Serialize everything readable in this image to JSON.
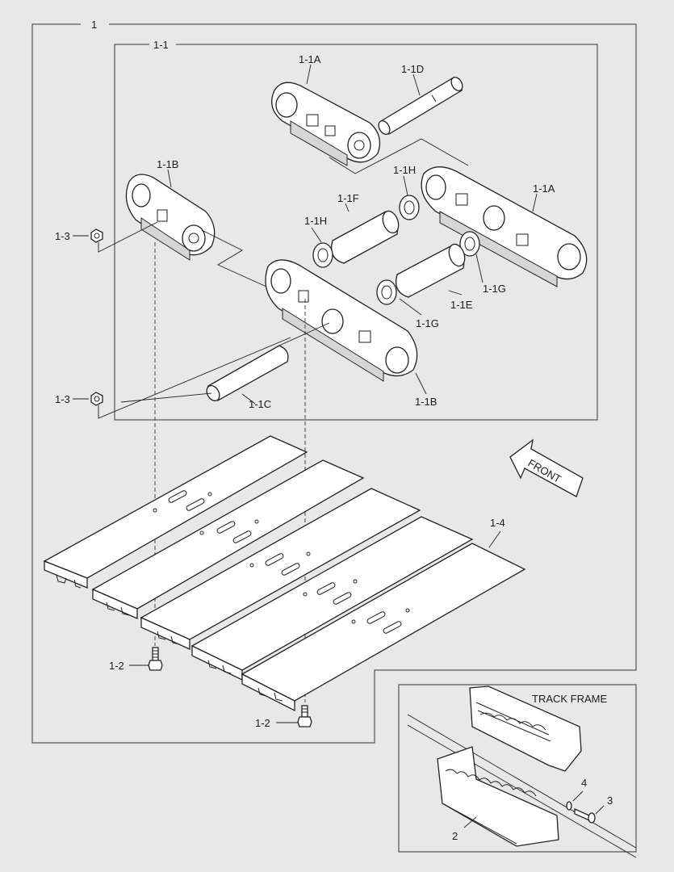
{
  "labels": {
    "assembly": "1",
    "chain": "1-1",
    "link_1a_top": "1-1A",
    "pin_1d": "1-1D",
    "link_1b_left": "1-1B",
    "seal_1h_top": "1-1H",
    "link_1a_right": "1-1A",
    "bushing_1f": "1-1F",
    "seal_1h_mid": "1-1H",
    "nut_top": "1-3",
    "seal_1g_right": "1-1G",
    "bushing_1e": "1-1E",
    "seal_1g_mid": "1-1G",
    "nut_bottom": "1-3",
    "pin_1c": "1-1C",
    "link_1b_bottom": "1-1B",
    "shoe": "1-4",
    "bolt_left": "1-2",
    "bolt_bottom": "1-2",
    "guard": "2",
    "guard_bolt": "3",
    "guard_washer": "4"
  },
  "front_arrow": "FRONT",
  "track_frame": "TRACK FRAME"
}
